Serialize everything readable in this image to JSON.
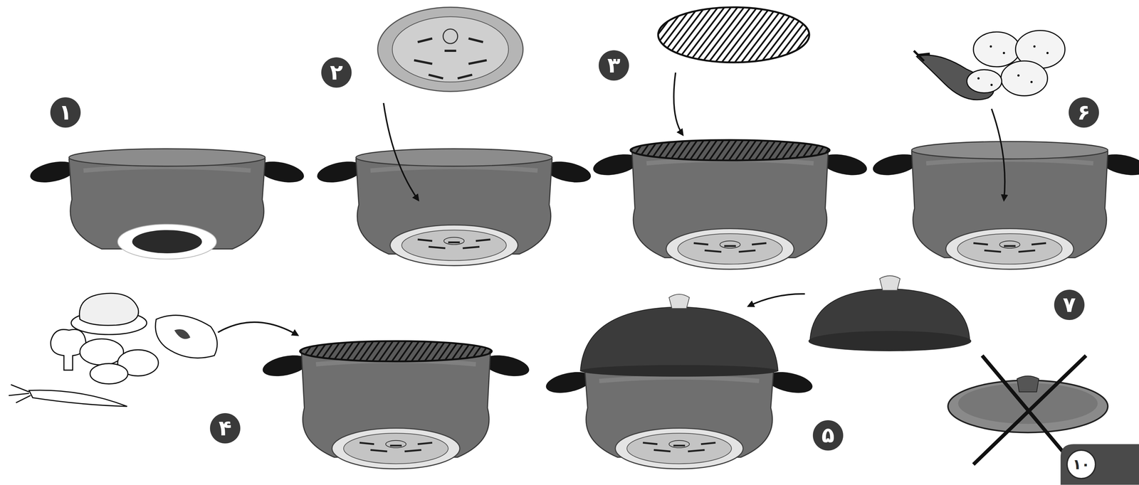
{
  "diagram": {
    "nodes": [
      {
        "text": [
          "۱"
        ]
      },
      {
        "text": [
          "۲"
        ]
      },
      {
        "text": [
          "۳"
        ]
      },
      {
        "text": [
          "۴"
        ]
      },
      {
        "text": [
          "۵"
        ]
      },
      {
        "text": [
          "۶"
        ]
      },
      {
        "text": [
          "۷"
        ]
      },
      {
        "text": [
          "۱۰"
        ]
      }
    ]
  }
}
